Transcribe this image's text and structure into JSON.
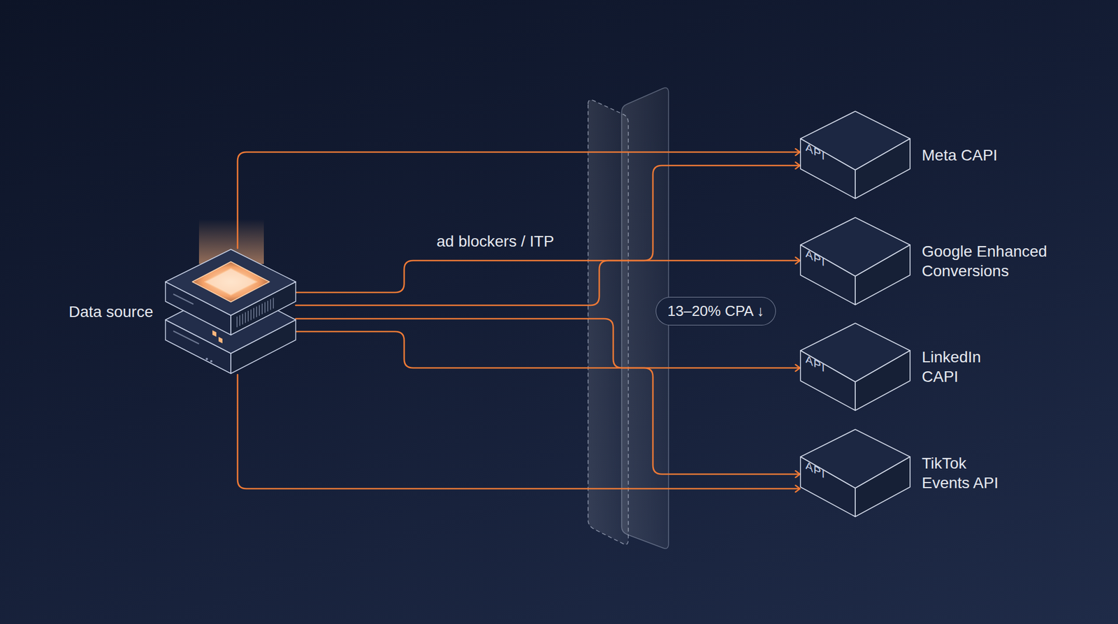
{
  "diagram": {
    "nodes": [
      {
        "text": [
          "Data source"
        ]
      },
      {
        "text": [
          "API",
          "Meta CAPI"
        ]
      },
      {
        "text": [
          "API",
          "Google Enhanced Conversions"
        ]
      },
      {
        "text": [
          "API",
          "LinkedIn CAPI"
        ]
      },
      {
        "text": [
          "API",
          "TikTok Events API"
        ]
      },
      {
        "text": [
          "13–20% CPA ↓"
        ]
      }
    ],
    "edges": [
      {
        "from": 0,
        "to": 1,
        "arrow": "to"
      },
      {
        "from": 0,
        "to": 2,
        "arrow": "to"
      },
      {
        "from": 0,
        "to": 1,
        "arrow": "to"
      },
      {
        "from": 0,
        "to": 4,
        "arrow": "to"
      },
      {
        "from": 0,
        "to": 3,
        "arrow": "to"
      },
      {
        "from": 0,
        "to": 4,
        "arrow": "to"
      }
    ],
    "labels": [
      "ad blockers / ITP"
    ]
  }
}
